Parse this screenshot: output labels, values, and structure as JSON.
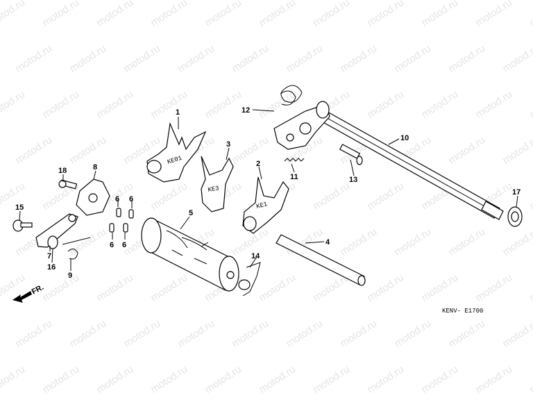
{
  "watermark": "motod.ru",
  "diagram_code": "KENV- E1700",
  "direction_arrow": "FR.",
  "callouts": [
    "1",
    "2",
    "3",
    "4",
    "5",
    "6",
    "6",
    "6",
    "6",
    "7",
    "8",
    "9",
    "10",
    "11",
    "12",
    "13",
    "14",
    "15",
    "16",
    "17",
    "18"
  ]
}
